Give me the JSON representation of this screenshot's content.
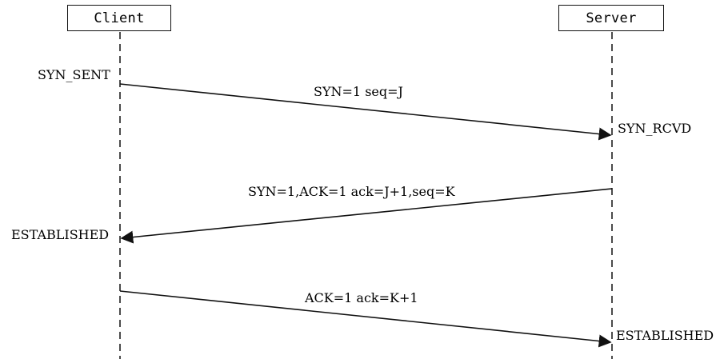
{
  "participants": {
    "client": "Client",
    "server": "Server"
  },
  "states": {
    "client_syn_sent": "SYN_SENT",
    "server_syn_rcvd": "SYN_RCVD",
    "client_established": "ESTABLISHED",
    "server_established": "ESTABLISHED"
  },
  "messages": [
    {
      "label": "SYN=1 seq=J"
    },
    {
      "label": "SYN=1,ACK=1 ack=J+1,seq=K"
    },
    {
      "label": "ACK=1 ack=K+1"
    }
  ],
  "colors": {
    "line": "#111111",
    "background": "#ffffff"
  }
}
